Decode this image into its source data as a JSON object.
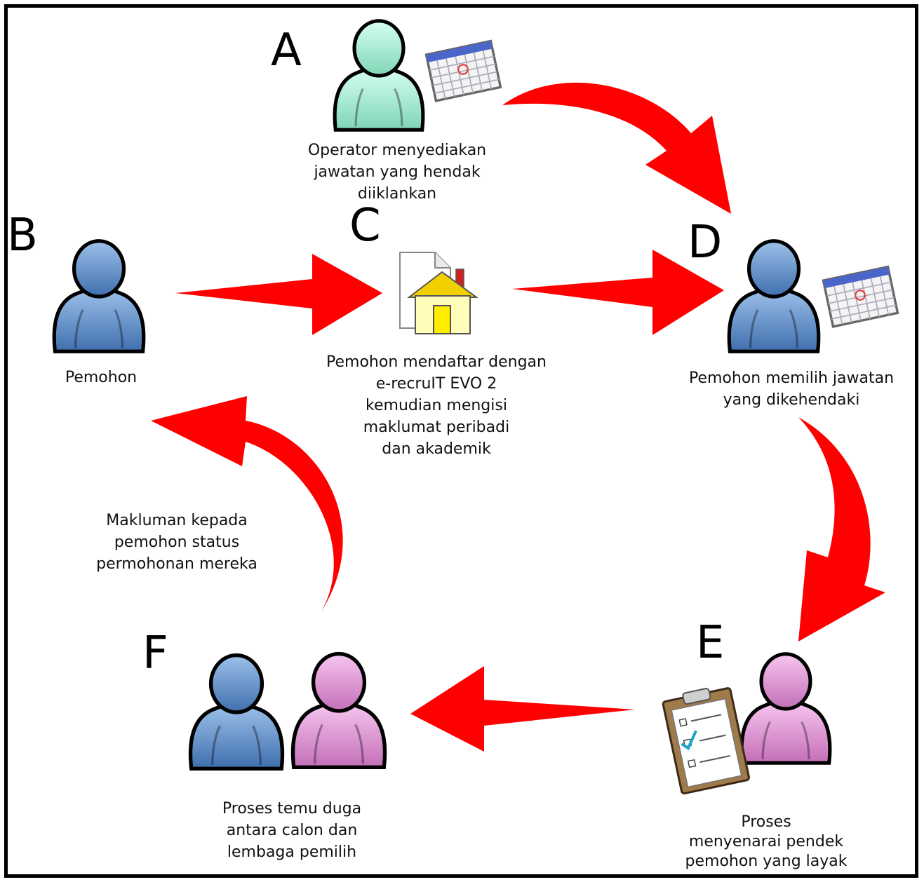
{
  "letters": {
    "a": "A",
    "b": "B",
    "c": "C",
    "d": "D",
    "e": "E",
    "f": "F"
  },
  "captions": {
    "a": "Operator menyediakan\njawatan yang hendak\ndiiklankan",
    "b": "Pemohon",
    "c": "Pemohon mendaftar dengan\ne-recruIT EVO 2\nkemudian mengisi\nmaklumat peribadi\ndan akademik",
    "d": "Pemohon memilih jawatan\nyang dikehendaki",
    "e": "Proses\nmenyenarai pendek\npemohon yang layak",
    "f": "Proses temu duga\nantara calon dan\nlembaga pemilih",
    "notify": "Makluman kepada\npemohon status\npermohonan mereka"
  },
  "colors": {
    "arrow": "#ff0000",
    "user_teal": "#a8efd6",
    "user_blue": "#5b8fc9",
    "user_pink": "#e79ad9",
    "house_wall": "#fffcb8",
    "house_roof": "#f2d000",
    "house_door": "#ffee00"
  },
  "icons": [
    "user-icon",
    "calendar-icon",
    "house-document-icon",
    "clipboard-checklist-icon",
    "checkmark-icon"
  ]
}
